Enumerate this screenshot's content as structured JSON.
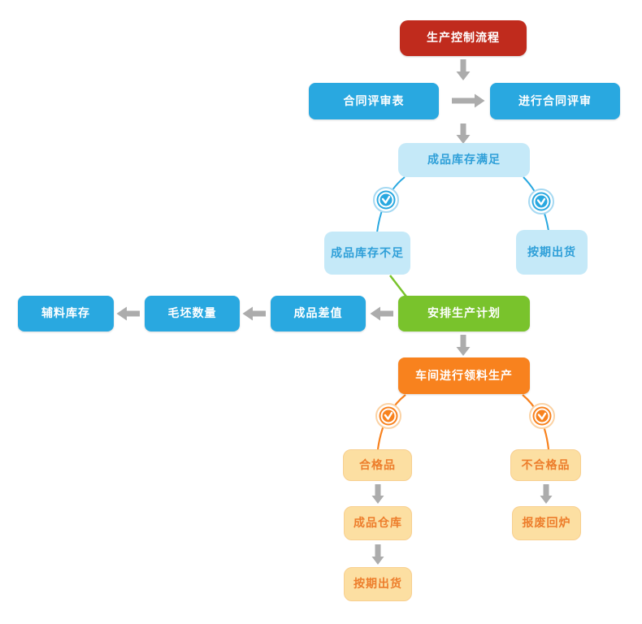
{
  "colors": {
    "red": "#c02b1d",
    "blue": "#29a8e0",
    "green": "#79c32c",
    "orange": "#f8821e",
    "light_blue_bg": "#c5e9f8",
    "light_blue_text": "#2e9fd8",
    "light_orange_bg": "#fcdfa2",
    "light_orange_text": "#ed7d2b",
    "arrow_gray": "#acacac"
  },
  "icons": {
    "clock": "clock-icon"
  },
  "nodes": {
    "start": {
      "label": "生产控制流程"
    },
    "contract_form": {
      "label": "合同评审表"
    },
    "contract_review": {
      "label": "进行合同评审"
    },
    "stock_sufficient": {
      "label": "成品库存满足"
    },
    "stock_insufficient": {
      "label": "成品库存不足"
    },
    "ship_on_time_top": {
      "label": "按期出货"
    },
    "production_plan": {
      "label": "安排生产计划"
    },
    "product_diff": {
      "label": "成品差值"
    },
    "blank_quantity": {
      "label": "毛坯数量"
    },
    "auxiliary_stock": {
      "label": "辅料库存"
    },
    "workshop_production": {
      "label": "车间进行领料生产"
    },
    "qualified": {
      "label": "合格品"
    },
    "unqualified": {
      "label": "不合格品"
    },
    "finished_warehouse": {
      "label": "成品仓库"
    },
    "scrap_remelt": {
      "label": "报废回炉"
    },
    "ship_on_time_bottom": {
      "label": "按期出货"
    }
  }
}
